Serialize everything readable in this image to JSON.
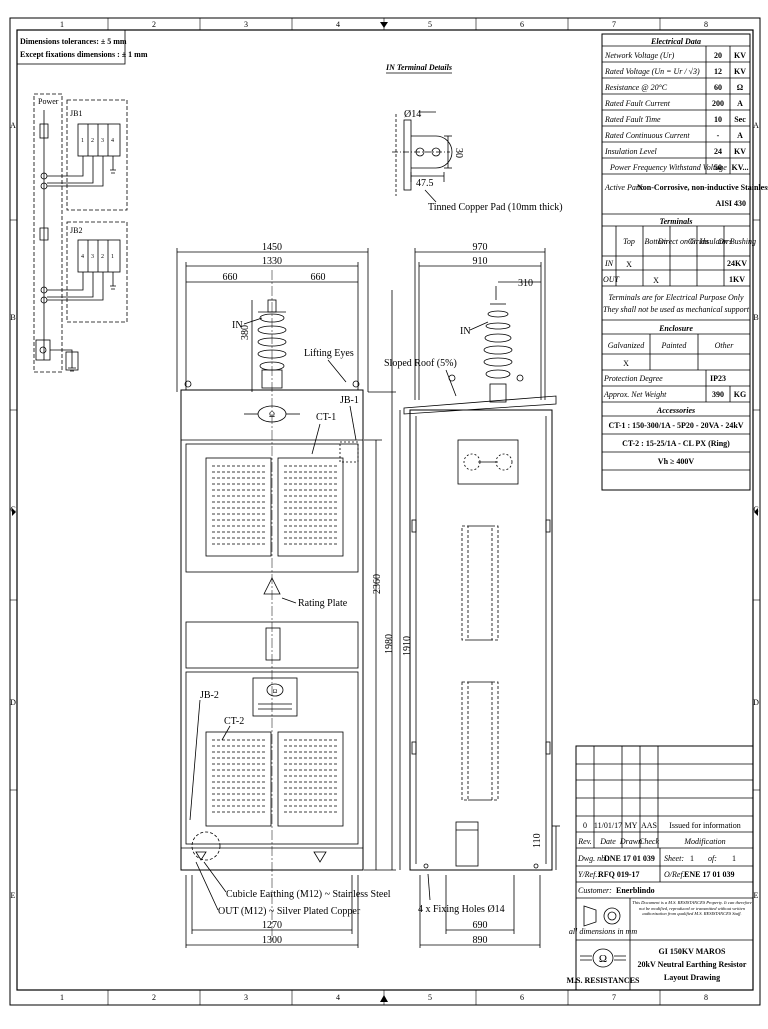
{
  "border": {
    "cols": [
      "1",
      "2",
      "3",
      "4",
      "5",
      "6",
      "7",
      "8"
    ],
    "rows": [
      "A",
      "B",
      "C",
      "D",
      "E"
    ]
  },
  "notes": {
    "line1": "Dimensions tolerances: ± 5 mm",
    "line2": "Except fixations dimensions : ± 1 mm"
  },
  "wiring": {
    "power": "Power",
    "jb1": "JB1",
    "jb2": "JB2",
    "jb1_terms": [
      "1",
      "2",
      "3",
      "4"
    ],
    "jb2_terms": [
      "4",
      "3",
      "2",
      "1"
    ]
  },
  "in_terminal": {
    "title": "IN Terminal Details",
    "d14": "Ø14",
    "d30": "30",
    "d47": "47.5",
    "pad": "Tinned Copper Pad (10mm thick)"
  },
  "front_view": {
    "w1450": "1450",
    "w1330": "1330",
    "w660a": "660",
    "w660b": "660",
    "h380": "380",
    "h2360": "2360",
    "h1980": "1980",
    "w1270": "1270",
    "w1300": "1300",
    "in_label": "IN",
    "lifting": "Lifting Eyes",
    "jb1": "JB-1",
    "ct1": "CT-1",
    "rating": "Rating Plate",
    "jb2": "JB-2",
    "ct2": "CT-2",
    "earthing": "Cubicle Earthing (M12) ~ Stainless Steel",
    "out": "OUT (M12) ~ Silver Plated Copper"
  },
  "side_view": {
    "w970": "970",
    "w910": "910",
    "w310": "310",
    "in_label": "IN",
    "sloped": "Sloped Roof (5%)",
    "h1910": "1910",
    "h110": "110",
    "fixing": "4 x Fixing Holes Ø14",
    "w690": "690",
    "w890": "890"
  },
  "electrical": {
    "title": "Electrical Data",
    "rows": [
      {
        "label": "Network Voltage (Ur)",
        "value": "20",
        "unit": "KV"
      },
      {
        "label": "Rated Voltage (Un = Ur / √3)",
        "value": "12",
        "unit": "KV"
      },
      {
        "label": "Resistance @     20°C",
        "value": "60",
        "unit": "Ω"
      },
      {
        "label": "Rated Fault Current",
        "value": "200",
        "unit": "A"
      },
      {
        "label": "Rated Fault Time",
        "value": "10",
        "unit": "Sec"
      },
      {
        "label": "Rated Continuous Current",
        "value": "-",
        "unit": "A"
      },
      {
        "label": "Insulation Level",
        "value": "24",
        "unit": "KV"
      },
      {
        "label": "Power Frequency Withstand Voltage",
        "value": "50",
        "unit": "KV..."
      }
    ],
    "active_part_label": "Active Part:",
    "active_part_value": "Non-Corrosive, non-inductive Stainless Steel",
    "active_part_grade": "AISI 430"
  },
  "terminals": {
    "title": "Terminals",
    "headers": [
      "Top",
      "Bottom",
      "Direct on Grids",
      "On Insulators",
      "On Bushing"
    ],
    "in_label": "IN",
    "in_x": "X",
    "in_val": "24KV",
    "out_label": "OUT",
    "out_x": "X",
    "out_val": "1KV",
    "note1": "Terminals are for Electrical Purpose Only",
    "note2": "They shall not be used as mechanical support"
  },
  "enclosure": {
    "title": "Enclosure",
    "headers": [
      "Galvanized",
      "Painted",
      "Other"
    ],
    "mark": "X",
    "protection_label": "Protection Degree",
    "protection_value": "IP23",
    "weight_label": "Approx. Net Weight",
    "weight_value": "390",
    "weight_unit": "KG"
  },
  "accessories": {
    "title": "Accessories",
    "rows": [
      "CT-1 : 150-300/1A - 5P20 - 20VA - 24kV",
      "CT-2 : 15-25/1A - CL PX (Ring)",
      "Vh ≥ 400V"
    ]
  },
  "revision": {
    "rev": "0",
    "date": "11/01/17",
    "drawn": "MY",
    "check": "AAS",
    "modification": "Issued for information",
    "h_rev": "Rev.",
    "h_date": "Date",
    "h_drawn": "Drawn",
    "h_check": "Check",
    "h_mod": "Modification"
  },
  "drawing_info": {
    "dwg_label": "Dwg. nb.:",
    "dwg_value": "DNE 17 01 039",
    "sheet_label": "Sheet:",
    "sheet_value": "1",
    "of_label": "of:",
    "of_value": "1",
    "yref_label": "Y/Ref.:",
    "yref_value": "RFQ 019-17",
    "oref_label": "O/Ref.:",
    "oref_value": "ENE 17 01 039",
    "customer_label": "Customer:",
    "customer_value": "Enerblindo",
    "confidential": "This Document is a M.S. RESISTANCES Property. It can therefore not be modified, reproduced or transmitted without written authorization from qualified M.S. RESISTANCES Staff.",
    "all_dims": "all dimensions in mm",
    "company": "M.S. RESISTANCES",
    "title_l1": "GI 150KV MAROS",
    "title_l2": "20kV Neutral Earthing Resistor",
    "title_l3": "Layout Drawing"
  },
  "colors": {
    "line": "#000000",
    "paper": "#ffffff"
  }
}
